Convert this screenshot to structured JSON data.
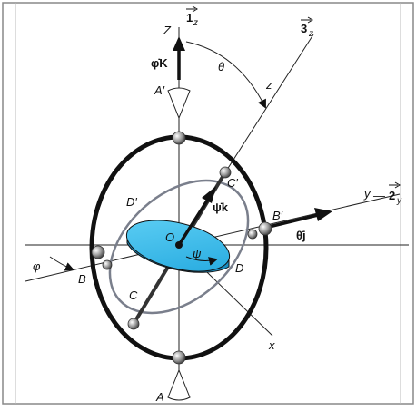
{
  "diagram": {
    "labels": {
      "Z": "Z",
      "one_z": "1",
      "one_z_sub": "z",
      "three_z": "3",
      "three_z_sub": "z",
      "z": "z",
      "theta": "θ",
      "phi_dot_K": "φ̇K",
      "A_prime": "A′",
      "C_prime": "C′",
      "D_prime": "D′",
      "psi_dot_k": "ψ̇k",
      "B_prime": "B′",
      "y": "y",
      "two_y": "2",
      "two_y_sub": "y",
      "dash": "—",
      "theta_dot_j": "θ̇j",
      "O": "O",
      "psi": "ψ",
      "D": "D",
      "phi": "φ",
      "B": "B",
      "C": "C",
      "x": "x",
      "A": "A"
    },
    "colors": {
      "disk": "#2fb4e6",
      "disk_dark": "#1a8cbf",
      "ring_outer": "#111111",
      "ring_inner": "#7a7f8c",
      "axes": "#222222",
      "frame": "#888888"
    }
  }
}
